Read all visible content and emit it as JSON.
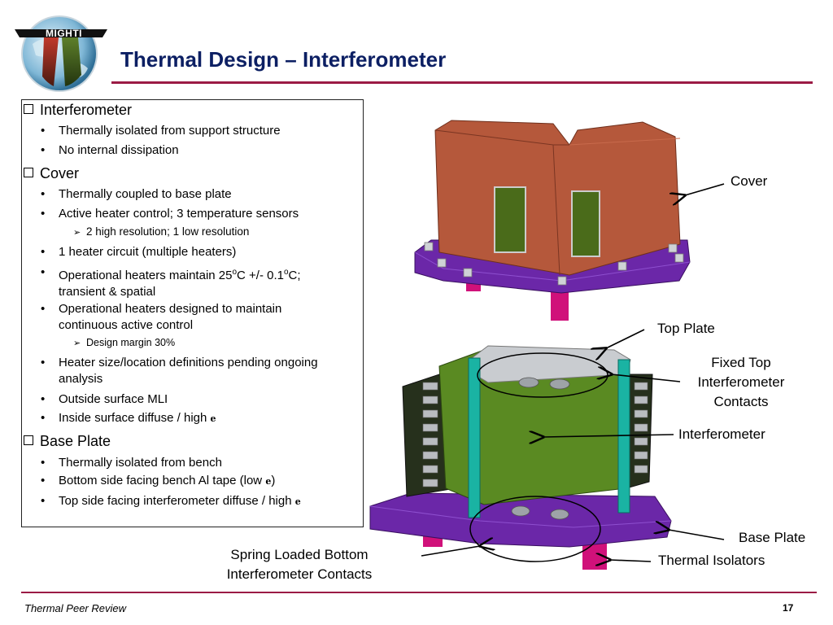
{
  "logo": {
    "text": "MIGHTI"
  },
  "slide": {
    "title": "Thermal Design – Interferometer",
    "footer": "Thermal Peer Review",
    "page_number": "17"
  },
  "textbox": {
    "sections": [
      {
        "heading": "Interferometer",
        "bullets": [
          {
            "text": "Thermally isolated from support structure"
          },
          {
            "text": "No internal dissipation"
          }
        ]
      },
      {
        "heading": "Cover",
        "bullets": [
          {
            "text": "Thermally coupled to base plate"
          },
          {
            "text": "Active heater control; 3 temperature sensors",
            "sub": "2 high resolution; 1 low resolution"
          },
          {
            "text": "1 heater circuit (multiple heaters)"
          },
          {
            "text_a": "Operational heaters maintain 25",
            "sup_a": "o",
            "text_b": "C +/- 0.1",
            "sup_b": "o",
            "text_c": "C;",
            "line2": "transient & spatial"
          },
          {
            "line1": "Operational heaters designed to maintain",
            "line2": "continuous active control",
            "sub": "Design margin 30%"
          },
          {
            "line1": "Heater size/location definitions pending ongoing",
            "line2": "analysis"
          },
          {
            "text": "Outside surface MLI"
          },
          {
            "text": "Inside surface diffuse / high ",
            "symbol": "e"
          }
        ]
      },
      {
        "heading": "Base Plate",
        "bullets": [
          {
            "text": "Thermally isolated from bench"
          },
          {
            "text": "Bottom side facing bench Al tape (low ",
            "symbol": "e",
            "suffix": ")"
          },
          {
            "text": "Top side facing interferometer diffuse / high ",
            "symbol": "e"
          }
        ]
      }
    ]
  },
  "callouts": {
    "cover": "Cover",
    "top_plate": "Top Plate",
    "fixed_top": [
      "Fixed Top",
      "Interferometer",
      "Contacts"
    ],
    "interferometer": "Interferometer",
    "base_plate": "Base Plate",
    "spring_loaded": [
      "Spring Loaded Bottom",
      "Interferometer Contacts"
    ],
    "thermal_isolators": "Thermal Isolators"
  },
  "colors": {
    "title": "#0c1f63",
    "accent_rule": "#9b1b45",
    "cover": "#b5583b",
    "base_plate": "#6b27a8",
    "interferometer": "#5a8a22",
    "isolators": "#d0117a",
    "posts": "#1ab3a3"
  }
}
